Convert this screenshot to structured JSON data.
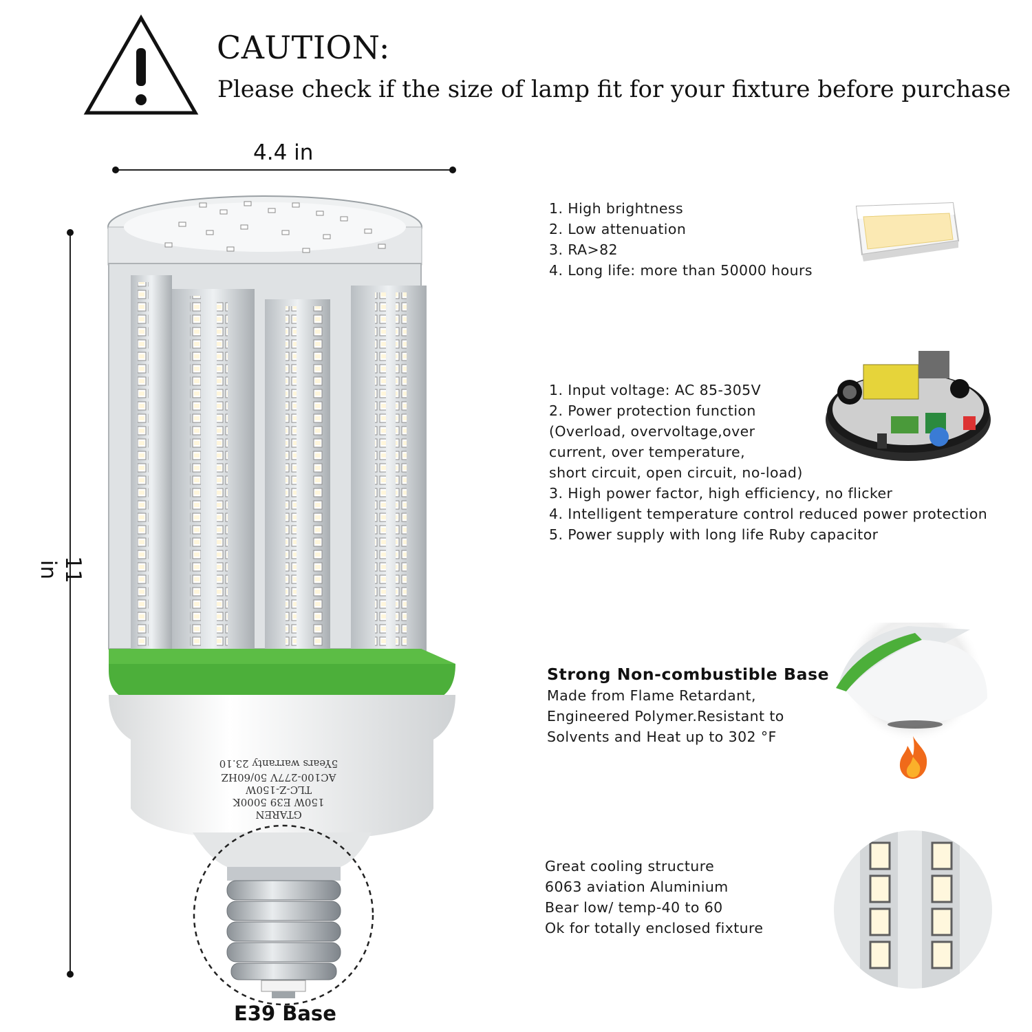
{
  "caution": {
    "title": "CAUTION:",
    "message": "Please check if the size of lamp fit for your fixture before purchase",
    "icon": "warning-triangle-icon"
  },
  "dimensions": {
    "width_label": "4.4 in",
    "height_label": "11 in"
  },
  "bulb": {
    "label_lines": [
      "GTAREN",
      "150W E39 5000K",
      "TLC-Z-150W",
      "AC100-277V 50/60HZ",
      "5Years warranty 23.10"
    ],
    "base_caption": "E39 Base",
    "base_color": "#4caf3a"
  },
  "features": {
    "led": {
      "items": [
        "1. High brightness",
        "2. Low attenuation",
        "3. RA>82",
        "4. Long life: more than 50000 hours"
      ]
    },
    "driver": {
      "items": [
        "1. Input voltage: AC 85-305V",
        "2. Power protection function",
        "(Overload, overvoltage,over",
        "current, over temperature,",
        "short circuit, open circuit, no-load)",
        "3. High power factor, high efficiency, no flicker",
        "4. Intelligent temperature control reduced power protection",
        "5. Power supply with long life Ruby capacitor"
      ]
    },
    "base": {
      "title": "Strong Non-combustible Base",
      "items": [
        "Made from Flame Retardant,",
        "Engineered Polymer.Resistant to",
        "Solvents and Heat up to 302 °F"
      ]
    },
    "cooling": {
      "items": [
        "Great cooling structure",
        "6063 aviation Aluminium",
        "Bear low/ temp-40 to 60",
        "Ok for totally enclosed fixture"
      ]
    }
  },
  "colors": {
    "flame": "#f06a1a",
    "led_warm": "#fbe9b3"
  }
}
